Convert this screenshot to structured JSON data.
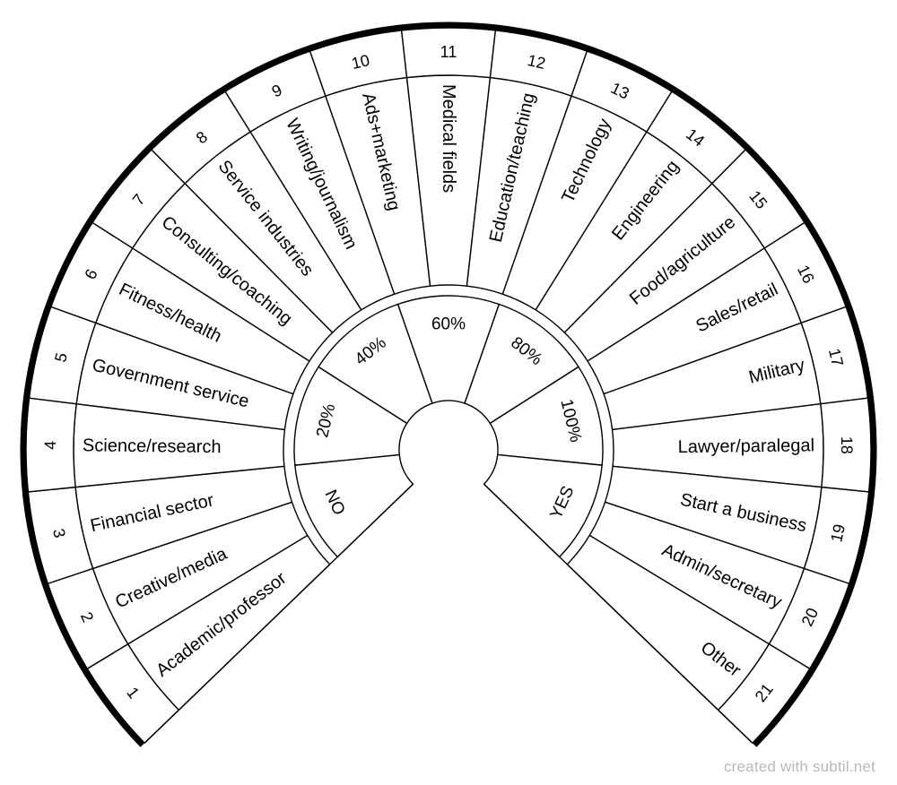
{
  "chart": {
    "type": "pendulum-dowsing-chart",
    "number_ring": {
      "labels": [
        "1",
        "2",
        "3",
        "4",
        "5",
        "6",
        "7",
        "8",
        "9",
        "10",
        "11",
        "12",
        "13",
        "14",
        "15",
        "16",
        "17",
        "18",
        "19",
        "20",
        "21"
      ]
    },
    "career_ring": {
      "labels": [
        "Academic/professor",
        "Creative/media",
        "Financial sector",
        "Science/research",
        "Government service",
        "Fitness/health",
        "Consulting/coaching",
        "Service industries",
        "Writing/journalism",
        "Ads+marketing",
        "Medical fields",
        "Education/teaching",
        "Technology",
        "Engineering",
        "Food/agriculture",
        "Sales/retail",
        "Military",
        "Lawyer/paralegal",
        "Start a business",
        "Admin/secretary",
        "Other"
      ]
    },
    "answer_ring": {
      "labels": [
        "NO",
        "20%",
        "40%",
        "60%",
        "80%",
        "100%",
        "YES"
      ]
    }
  },
  "watermark": {
    "text": "created with subtil.net"
  },
  "colors": {
    "line": "#000000",
    "background": "#ffffff",
    "watermark": "#b9b9b9"
  }
}
